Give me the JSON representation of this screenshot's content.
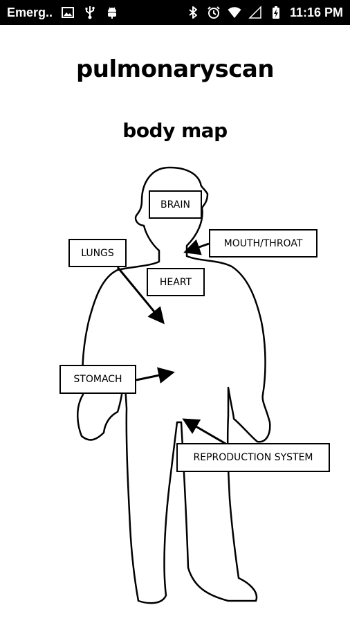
{
  "status_bar": {
    "notification_text": "Emerg..",
    "time": "11:16 PM",
    "icons": [
      "image-icon",
      "usb-icon",
      "android-debug-icon",
      "bluetooth-icon",
      "alarm-icon",
      "wifi-icon",
      "signal-icon",
      "battery-charging-icon"
    ]
  },
  "app": {
    "title": "pulmonaryscan",
    "subtitle": "body map"
  },
  "body_map": {
    "labels": {
      "brain": "BRAIN",
      "mouth_throat": "MOUTH/THROAT",
      "lungs": "LUNGS",
      "heart": "HEART",
      "stomach": "STOMACH",
      "reproduction": "REPRODUCTION SYSTEM"
    }
  }
}
